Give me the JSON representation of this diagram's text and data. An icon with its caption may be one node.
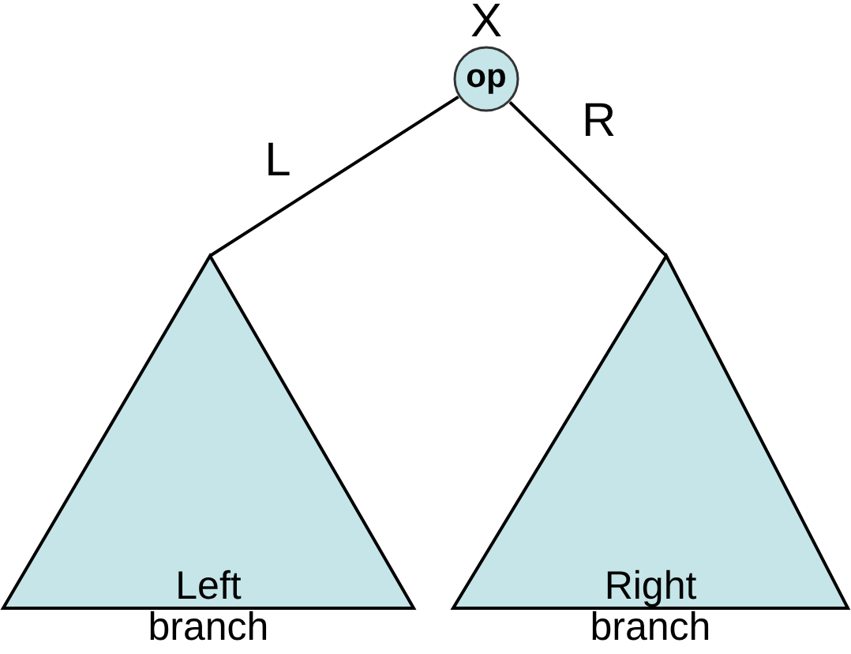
{
  "diagram": {
    "nodes": [
      {
        "text": [
          "op"
        ],
        "beside": [
          "X"
        ]
      },
      {
        "text": [
          "Left branch"
        ]
      },
      {
        "text": [
          "Right branch"
        ]
      }
    ],
    "edges": [
      {
        "from": 0,
        "to": 1,
        "arrow": "none",
        "label": "L"
      },
      {
        "from": 0,
        "to": 2,
        "arrow": "none",
        "label": "R"
      }
    ]
  }
}
